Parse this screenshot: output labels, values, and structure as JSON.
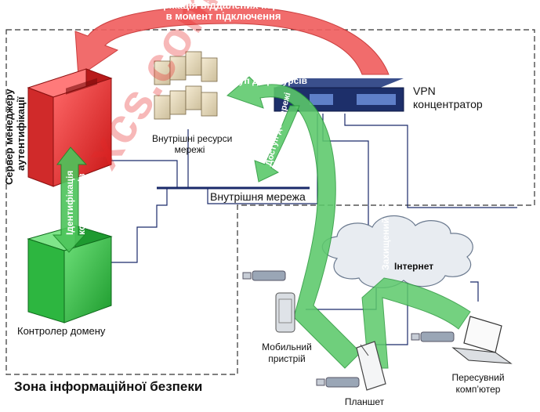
{
  "zone": {
    "title": "Зона інформаційної безпеки"
  },
  "arrows": {
    "auth_remote_line1": "Аутентифікація віддалених користувачів",
    "auth_remote_line2": "в момент підключення",
    "access_resources": "Доступ до ресурсів",
    "access_network": "Доступ до мережі",
    "user_identification_line1": "Ідентифікація",
    "user_identification_line2": "користувачів",
    "secure_ssl_vpn": "Захищений SSL VPN"
  },
  "nodes": {
    "auth_server_line1": "Сервер менеджеру",
    "auth_server_line2": "аутентифікації",
    "domain_controller": "Контролер домену",
    "internal_resources_line1": "Внутрішні ресурси",
    "internal_resources_line2": "мережі",
    "vpn_line1": "VPN",
    "vpn_line2": "концентратор",
    "internal_network": "Внутрішня мережа",
    "internet": "Інтернет",
    "mobile_line1": "Мобильний",
    "mobile_line2": "пристрій",
    "tablet": "Планшет",
    "laptop_line1": "Пересувний",
    "laptop_line2": "комп’ютер"
  },
  "watermark": "xcs.com.ua",
  "colors": {
    "red": "#e32a2a",
    "green": "#3fbf4a",
    "arrow_red": "#f06060",
    "arrow_green": "#5cc96b"
  }
}
